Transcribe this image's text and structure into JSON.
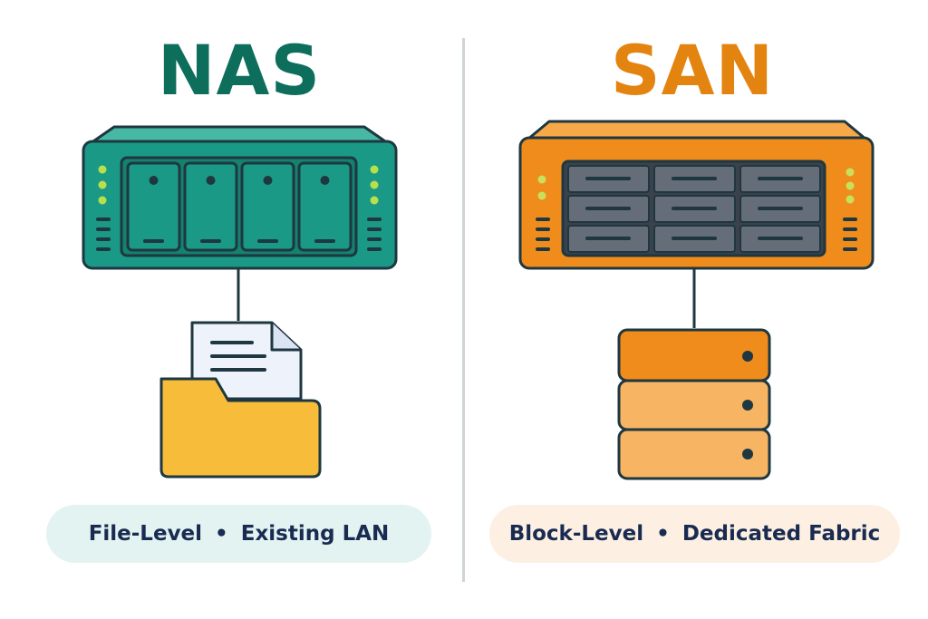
{
  "nas": {
    "title": "NAS",
    "caption_left": "File-Level",
    "caption_sep": "•",
    "caption_right": "Existing LAN",
    "colors": {
      "title": "#0e6e5c",
      "device": "#1a9a86",
      "folder": "#f7bd3a",
      "caption_bg": "#e2f3f1"
    },
    "icons": [
      "nas-device-icon",
      "document-icon",
      "folder-icon"
    ]
  },
  "san": {
    "title": "SAN",
    "caption_left": "Block-Level",
    "caption_sep": "•",
    "caption_right": "Dedicated Fabric",
    "colors": {
      "title": "#e38410",
      "device": "#f08c1c",
      "storage": "#f7a94a",
      "caption_bg": "#fdf0e2"
    },
    "icons": [
      "san-device-icon",
      "block-storage-icon"
    ]
  },
  "caption_text_color": "#1a2b52"
}
